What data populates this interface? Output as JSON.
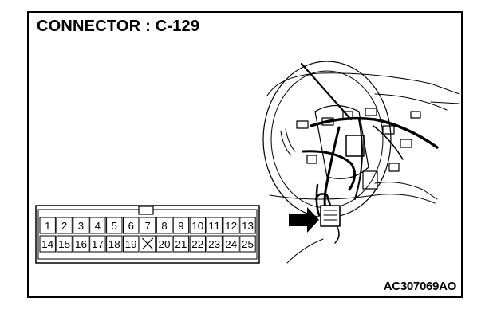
{
  "title": "CONNECTOR : C-129",
  "figure_id": "AC307069AO",
  "connector": {
    "row1": [
      "1",
      "2",
      "3",
      "4",
      "5",
      "6",
      "7",
      "8",
      "9",
      "10",
      "11",
      "12",
      "13"
    ],
    "row2": [
      "14",
      "15",
      "16",
      "17",
      "18",
      "19",
      "",
      "20",
      "21",
      "22",
      "23",
      "24",
      "25"
    ],
    "empty_cavity_symbol": "x-mark"
  }
}
